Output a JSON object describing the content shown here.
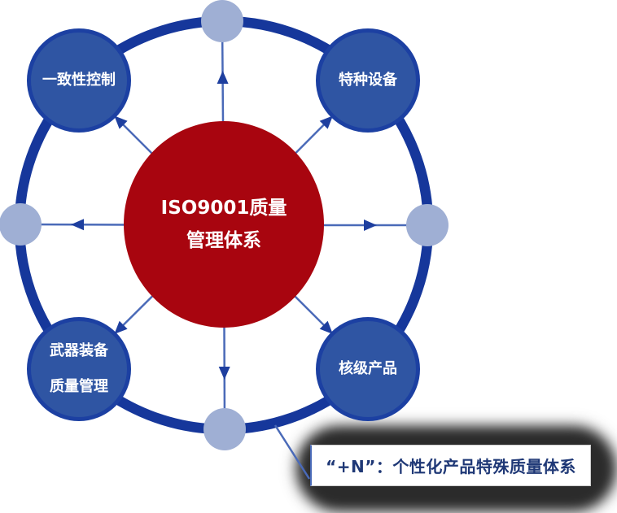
{
  "center": {
    "line1": "ISO9001质量",
    "line2": "管理体系"
  },
  "satellites": {
    "top_left": {
      "line1": "一致性控制"
    },
    "top_right": {
      "line1": "特种设备"
    },
    "bottom_left": {
      "line1": "武器装备",
      "line2": "质量管理"
    },
    "bottom_right": {
      "line1": "核级产品"
    }
  },
  "callout": {
    "text": "“+N”：个性化产品特殊质量体系"
  },
  "colors": {
    "ring": "#16379B",
    "node_fill": "#2F55A3",
    "node_border": "#1C40A2",
    "small_node": "#9FAFD4",
    "center_fill": "#A8050F",
    "arrow": "#4A6AB8",
    "arrow_head": "#1E3F9F",
    "callout_text": "#1F3876",
    "shadow": "#2B2B2B"
  }
}
